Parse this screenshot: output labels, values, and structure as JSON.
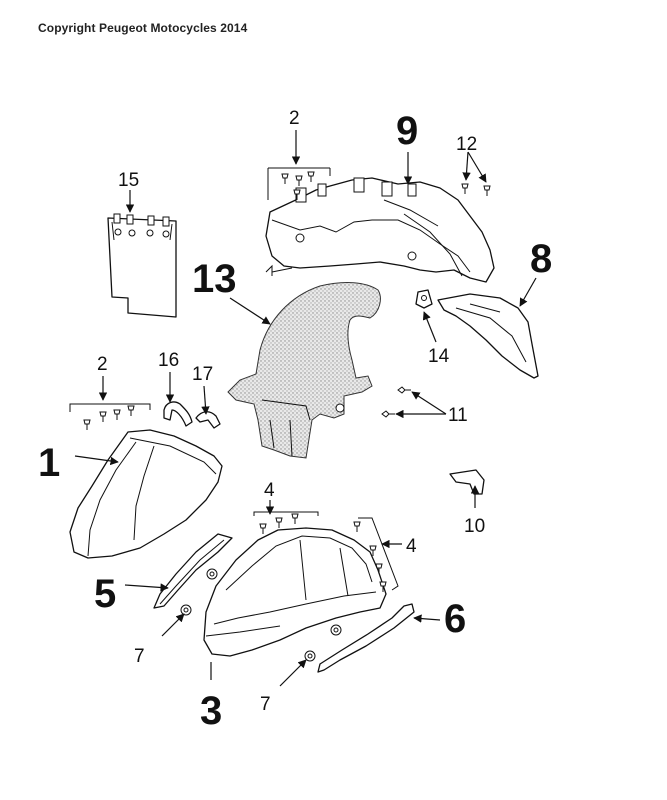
{
  "copyright": "Copyright Peugeot Motocycles 2014",
  "callouts": [
    {
      "id": "1",
      "text": "1"
    },
    {
      "id": "2a",
      "text": "2"
    },
    {
      "id": "2b",
      "text": "2"
    },
    {
      "id": "3",
      "text": "3"
    },
    {
      "id": "4a",
      "text": "4"
    },
    {
      "id": "4b",
      "text": "4"
    },
    {
      "id": "5",
      "text": "5"
    },
    {
      "id": "6",
      "text": "6"
    },
    {
      "id": "7a",
      "text": "7"
    },
    {
      "id": "7b",
      "text": "7"
    },
    {
      "id": "8",
      "text": "8"
    },
    {
      "id": "9",
      "text": "9"
    },
    {
      "id": "10",
      "text": "10"
    },
    {
      "id": "11",
      "text": "11"
    },
    {
      "id": "12",
      "text": "12"
    },
    {
      "id": "13",
      "text": "13"
    },
    {
      "id": "14",
      "text": "14"
    },
    {
      "id": "15",
      "text": "15"
    },
    {
      "id": "16",
      "text": "16"
    },
    {
      "id": "17",
      "text": "17"
    }
  ]
}
